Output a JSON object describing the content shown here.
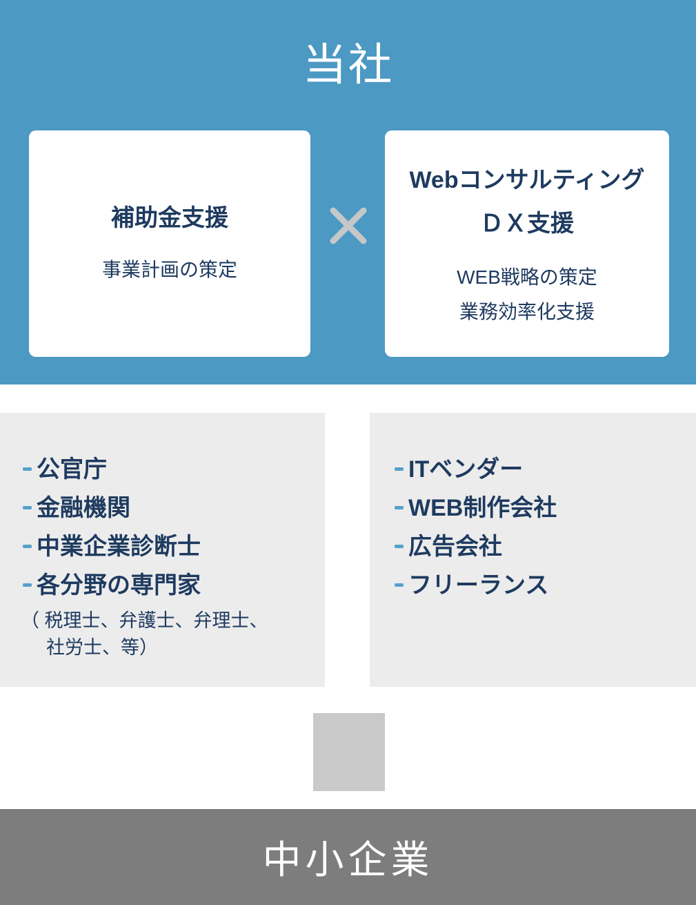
{
  "header": {
    "title": "当社",
    "left_card": {
      "title": "補助金支援",
      "subtitle": "事業計画の策定"
    },
    "right_card": {
      "title_line1": "Webコンサルティング",
      "title_line2": "ＤＸ支援",
      "subtitle_line1": "WEB戦略の策定",
      "subtitle_line2": "業務効率化支援"
    }
  },
  "partners_left": {
    "items": [
      "公官庁",
      "金融機関",
      "中業企業診断士",
      "各分野の専門家"
    ],
    "note_line1": "（ 税理士、弁護士、弁理士、",
    "note_line2": "社労士、等）"
  },
  "partners_right": {
    "items": [
      "ITベンダー",
      "WEB制作会社",
      "広告会社",
      "フリーランス"
    ]
  },
  "footer": {
    "title": "中小企業"
  },
  "icons": {
    "multiply": "multiply-icon"
  },
  "colors": {
    "header_bg": "#4c99c3",
    "panel_bg": "#ececec",
    "text_navy": "#1e3a5f",
    "bullet_blue": "#57a0ca",
    "connector_gray": "#c9c9c9",
    "footer_bg": "#7d7d7d",
    "multiply_gray": "#c5c7c8"
  }
}
